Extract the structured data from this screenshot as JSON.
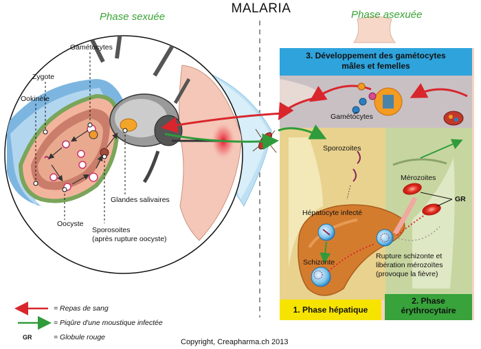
{
  "title": "MALARIA",
  "phases": {
    "sexual": "Phase sexuée",
    "asexual": "Phase asexuée"
  },
  "mosquito_labels": {
    "gametocytes": "Gamétocytes",
    "zygote": "Zygote",
    "ookinete": "Ookinète",
    "oocyst": "Oocyste",
    "sporozoites_line1": "Sporosoites",
    "sporozoites_line2": "(après rupture oocyste)",
    "salivary_glands": "Glandes salivaires"
  },
  "human_labels": {
    "box3_line1": "3. Développement des gamétocytes",
    "box3_line2": "mâles et femelles",
    "gametocytes": "Gamétocytes",
    "sporozoites": "Sporozoites",
    "infected_hepatocyte": "Hépatocyte infecté",
    "schizont": "Schizonte",
    "merozoites": "Mérozoites",
    "gr": "GR",
    "rupture_line1": "Rupture schizonte et",
    "rupture_line2": "libération mérozoïtes",
    "rupture_line3": "(provoque la fièvre)",
    "box1": "1. Phase hépatique",
    "box2_line1": "2. Phase",
    "box2_line2": "érythrocytaire"
  },
  "legend": [
    {
      "color": "#d8262c",
      "icon": "red-arrow",
      "text": "= Repas de sang"
    },
    {
      "color": "#2f9b3b",
      "icon": "green-arrow",
      "text": "= Piqûre d'une moustique infectée"
    },
    {
      "symbol": "GR",
      "text": "= Globule rouge"
    }
  ],
  "copyright": "Copyright, Creapharma.ch  2013"
}
